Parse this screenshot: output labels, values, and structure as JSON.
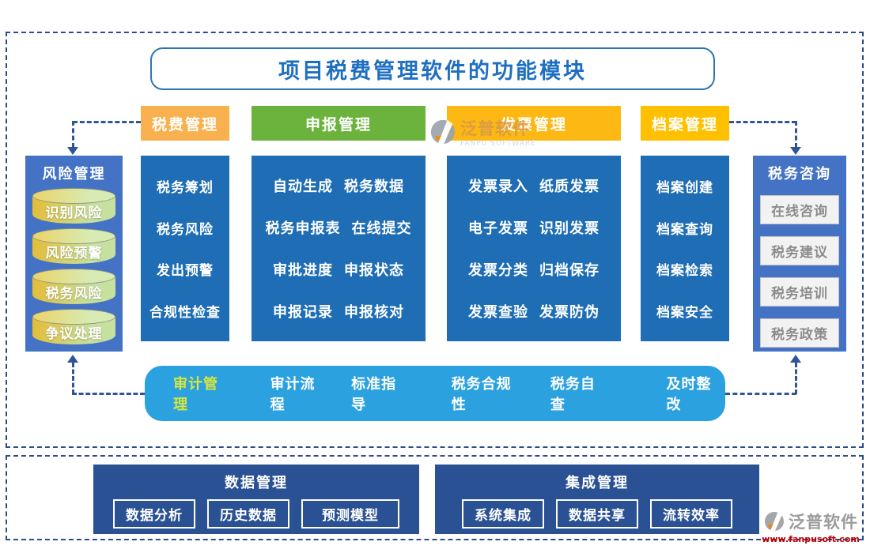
{
  "title": "项目税费管理软件的功能模块",
  "headers": {
    "tax": "税费管理",
    "declare": "申报管理",
    "invoice": "发票管理",
    "archive": "档案管理"
  },
  "left_panel": {
    "title": "风险管理",
    "items": [
      "识别风险",
      "风险预警",
      "税务风险",
      "争议处理"
    ]
  },
  "right_panel": {
    "title": "税务咨询",
    "items": [
      "在线咨询",
      "税务建议",
      "税务培训",
      "税务政策"
    ]
  },
  "columns": {
    "tax": [
      "税务筹划",
      "税务风险",
      "发出预警",
      "合规性检查"
    ],
    "declare": [
      [
        "自动生成",
        "税务数据"
      ],
      [
        "税务申报表",
        "在线提交"
      ],
      [
        "审批进度",
        "申报状态"
      ],
      [
        "申报记录",
        "申报核对"
      ]
    ],
    "invoice": [
      [
        "发票录入",
        "纸质发票"
      ],
      [
        "电子发票",
        "识别发票"
      ],
      [
        "发票分类",
        "归档保存"
      ],
      [
        "发票查验",
        "发票防伪"
      ]
    ],
    "archive": [
      "档案创建",
      "档案查询",
      "档案检索",
      "档案安全"
    ]
  },
  "audit_bar": {
    "title": "审计管理",
    "items": [
      "审计流程",
      "标准指导",
      "税务合规性",
      "税务自查",
      "及时整改"
    ]
  },
  "bottom": {
    "data": {
      "title": "数据管理",
      "items": [
        "数据分析",
        "历史数据",
        "预测模型"
      ]
    },
    "integration": {
      "title": "集成管理",
      "items": [
        "系统集成",
        "数据共享",
        "流转效率"
      ]
    }
  },
  "watermark": {
    "name": "泛普软件",
    "subtitle": "FANPU SOFTWARE",
    "url": "www.fanpusoft.com"
  },
  "colors": {
    "column_blue": "#1e6db5",
    "side_blue": "#4472c4",
    "audit_blue": "#2ba2df",
    "panel_navy": "#2a5193",
    "header_orange": "#f9b04e",
    "header_green": "#6bb33d",
    "header_gold": "#fdb813",
    "header_gold2": "#ffc000",
    "audit_title_yellow": "#d9e63b",
    "dash_navy": "#2c4b8f",
    "url_red": "#c00000"
  }
}
